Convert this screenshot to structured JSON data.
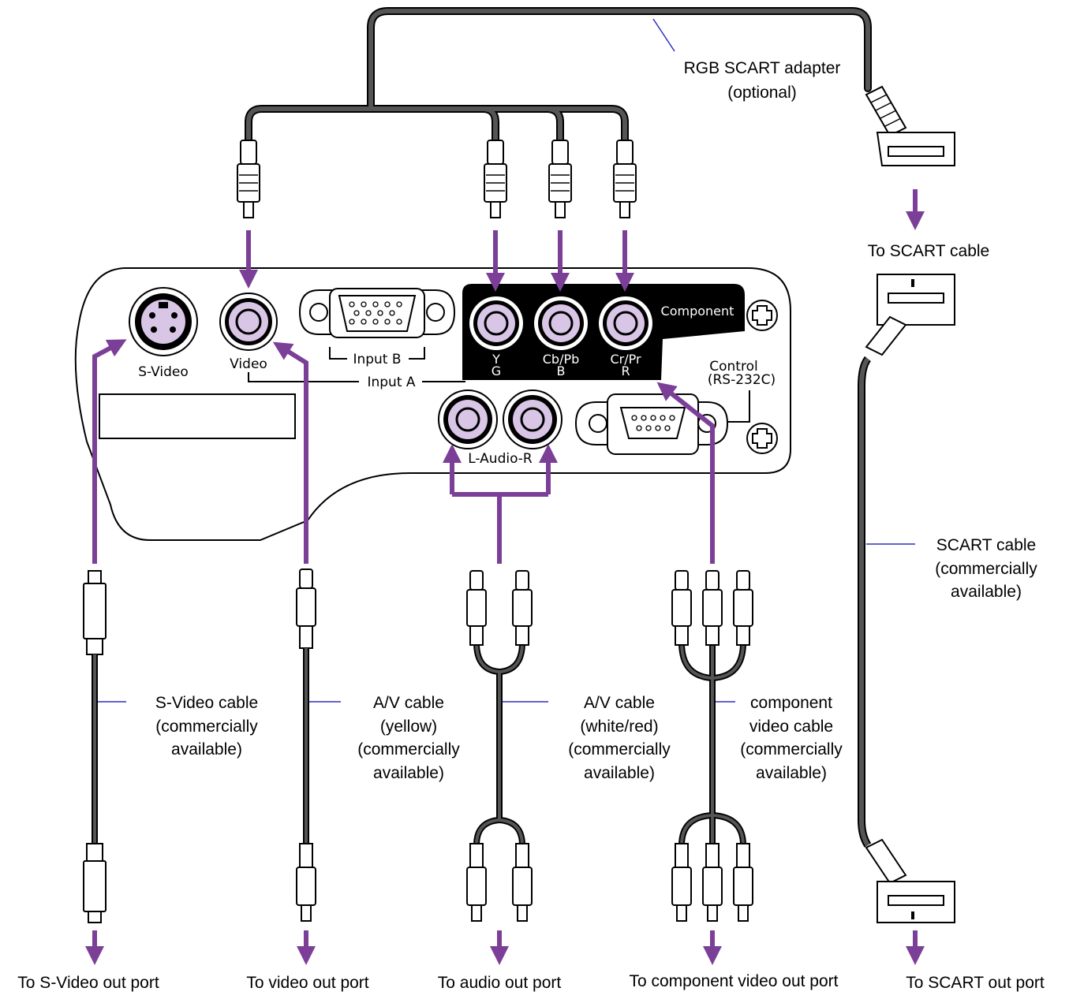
{
  "panel": {
    "svideo": "S-Video",
    "video": "Video",
    "input_b": "Input B",
    "input_a": "Input A",
    "y": "Y",
    "g": "G",
    "cbpb": "Cb/Pb",
    "b": "B",
    "crpr": "Cr/Pr",
    "r": "R",
    "component": "Component",
    "control": "Control",
    "rs232c": "(RS-232C)",
    "audio": "L-Audio-R"
  },
  "callouts": {
    "scart_adapter": [
      "RGB SCART adapter",
      "(optional)"
    ],
    "to_scart_cable": "To SCART cable",
    "scart_cable": [
      "SCART cable",
      "(commercially",
      "available)"
    ],
    "svideo_cable": [
      "S-Video cable",
      "(commercially",
      "available)"
    ],
    "av_yellow": [
      "A/V cable",
      "(yellow)",
      "(commercially",
      "available)"
    ],
    "av_whitered": [
      "A/V cable",
      "(white/red)",
      "(commercially",
      "available)"
    ],
    "component_cable": [
      "component",
      "video cable",
      "(commercially",
      "available)"
    ]
  },
  "bottom": {
    "svideo_out": "To S-Video out port",
    "video_out": "To video out port",
    "audio_out": "To audio out port",
    "component_out": "To component video out port",
    "scart_out": "To SCART out port"
  },
  "colors": {
    "arrow": "#7b3f98",
    "jack": "#d9c6e6",
    "cable": "#555555",
    "outline": "#000000"
  }
}
